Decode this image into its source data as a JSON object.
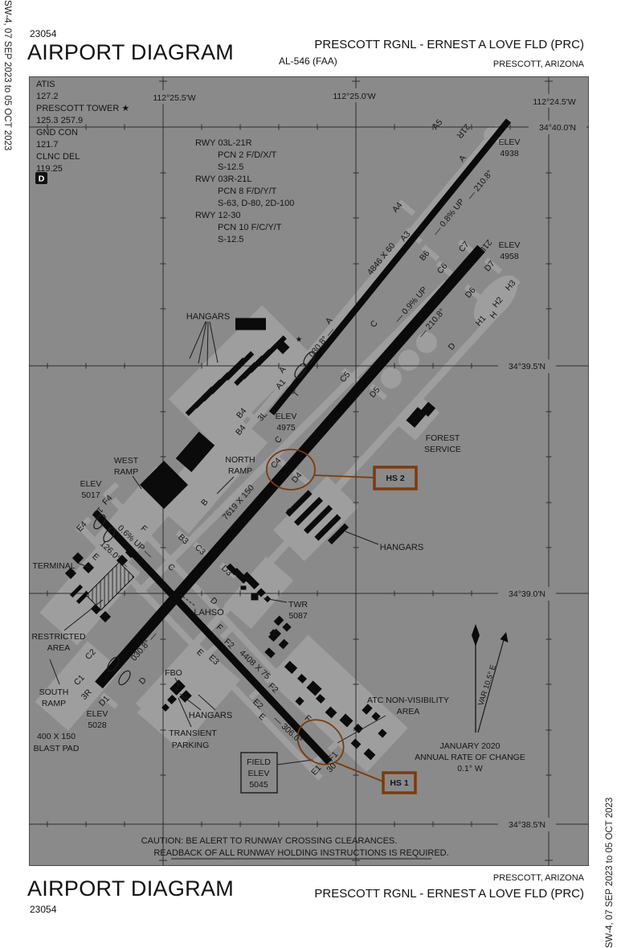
{
  "header": {
    "chart_number": "23054",
    "title": "AIRPORT DIAGRAM",
    "airport": "PRESCOTT RGNL - ERNEST A LOVE FLD (PRC)",
    "al_number": "AL-546 (FAA)",
    "city": "PRESCOTT, ARIZONA"
  },
  "footer": {
    "chart_number": "23054",
    "title": "AIRPORT DIAGRAM",
    "airport": "PRESCOTT RGNL - ERNEST A LOVE FLD (PRC)",
    "city": "PRESCOTT, ARIZONA"
  },
  "banner": {
    "left": "SW-4,  07 SEP 2023  to  05 OCT 2023",
    "right": "SW-4,  07 SEP 2023  to  05 OCT 2023"
  },
  "comm": {
    "atis_label": "ATIS",
    "atis": "127.2",
    "tower_label": "PRESCOTT TOWER ★",
    "tower": "125.3 257.9",
    "gnd_label": "GND CON",
    "gnd": "121.7",
    "clnc_label": "CLNC DEL",
    "clnc": "119.25",
    "datis": "D"
  },
  "runway_info": [
    {
      "rwy": "RWY 03L-21R",
      "pcn": "PCN 2 F/D/X/T",
      "strength": "S-12.5"
    },
    {
      "rwy": "RWY 03R-21L",
      "pcn": "PCN 8 F/D/Y/T",
      "strength": "S-63, D-80, 2D-100"
    },
    {
      "rwy": "RWY 12-30",
      "pcn": "PCN 10 F/C/Y/T",
      "strength": "S-12.5"
    }
  ],
  "grid": {
    "lon1": "112°25.5'W",
    "lon2": "112°25.0'W",
    "lon3": "112°24.5'W",
    "lat1": "34°40.0'N",
    "lat2": "34°39.5'N",
    "lat3": "34°39.0'N",
    "lat4": "34°38.5'N"
  },
  "map": {
    "elev": "ELEV",
    "elev_21r": "4938",
    "elev_21l": "4958",
    "elev_3l": "4975",
    "elev_12": "5017",
    "elev_3r": "5028",
    "field": "FIELD",
    "field_elev": "5045",
    "r21r": "21R",
    "r21l": "21L",
    "r3l": "3L",
    "r3r": "3R",
    "r12": "12",
    "r30": "30",
    "a": "A",
    "b": "B",
    "c": "C",
    "d": "D",
    "e": "E",
    "f": "F",
    "h": "H",
    "t": "T",
    "a1": "A1",
    "a3": "A3",
    "a4": "A4",
    "a5": "A5",
    "b3": "B3",
    "b4": "B4",
    "b6": "B6",
    "c1": "C1",
    "c2": "C2",
    "c3": "C3",
    "c4": "C4",
    "c5": "C5",
    "c6": "C6",
    "c7": "C7",
    "d1": "D1",
    "d3": "D3",
    "d4": "D4",
    "d5": "D5",
    "d6": "D6",
    "d7": "D7",
    "e1": "E1",
    "e2": "E2",
    "e3": "E3",
    "e4": "E4",
    "f1": "F1",
    "f2": "F2",
    "f4": "F4",
    "h1": "H1",
    "h2": "H2",
    "h3": "H3",
    "dim_main": "7619 X 150",
    "dim_par": "4846 X 60",
    "dim_1230": "4408 X 75",
    "hdg_210": "— 210.8°",
    "hdg_030": "030.8° —",
    "hdg_126": "126.0° —",
    "hdg_306": "— 306.0°",
    "grad_08": "— 0.8% UP",
    "grad_09": "— 0.9% UP",
    "grad_06": "0.6% UP —",
    "hangars": "HANGARS",
    "west": "WEST",
    "north": "NORTH",
    "south": "SOUTH",
    "ramp": "RAMP",
    "terminal": "TERMINAL",
    "restricted": "RESTRICTED",
    "area": "AREA",
    "forest": "FOREST",
    "service": "SERVICE",
    "fbo": "FBO",
    "transient": "TRANSIENT",
    "parking": "PARKING",
    "lahso": "LAHSO",
    "twr": "TWR",
    "twr_elev": "5087",
    "blast1": "400 X 150",
    "blast2": "BLAST PAD",
    "atc1": "ATC NON-VISIBILITY",
    "jan": "JANUARY 2020",
    "roc": "ANNUAL RATE OF CHANGE",
    "roc_v": "0.1° W",
    "var": "VAR 10.5° E",
    "star": "★"
  },
  "hotspots": {
    "hs1": "HS 1",
    "hs2": "HS 2"
  },
  "caution": {
    "line1": "CAUTION: BE ALERT TO RUNWAY CROSSING CLEARANCES.",
    "line2": "READBACK OF ALL RUNWAY HOLDING INSTRUCTIONS IS REQUIRED."
  },
  "colors": {
    "chart_bg": "#8a8a8a",
    "apron": "#9e9e9e",
    "runway": "#0a0a0a",
    "hotspot_brown": "#7b3a0e"
  }
}
